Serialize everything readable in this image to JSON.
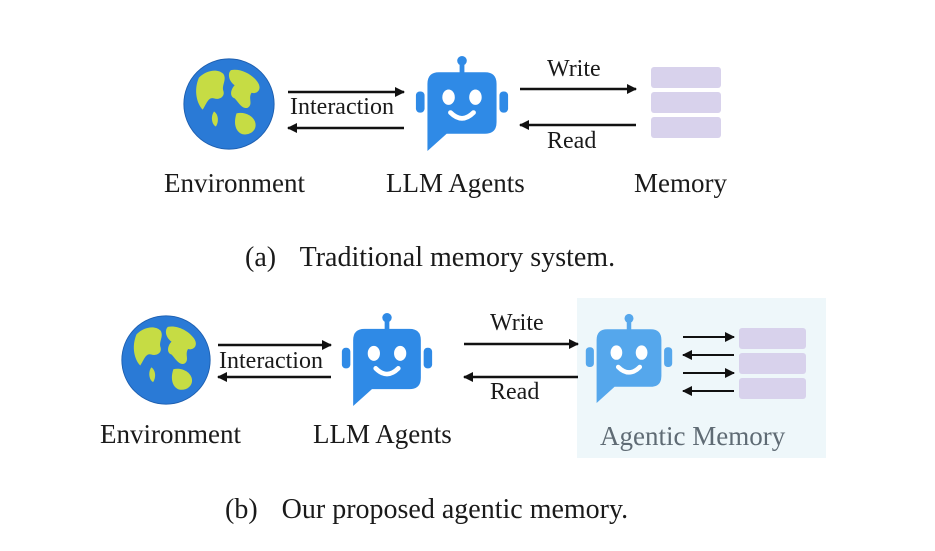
{
  "diagram_a": {
    "nodes": {
      "environment": "Environment",
      "agents": "LLM Agents",
      "memory": "Memory"
    },
    "edges": {
      "interaction": "Interaction",
      "write": "Write",
      "read": "Read"
    },
    "caption_tag": "(a)",
    "caption_text": "Traditional memory system."
  },
  "diagram_b": {
    "nodes": {
      "environment": "Environment",
      "agents": "LLM Agents",
      "memory": "Agentic Memory"
    },
    "edges": {
      "interaction": "Interaction",
      "write": "Write",
      "read": "Read"
    },
    "caption_tag": "(b)",
    "caption_text": "Our proposed agentic memory."
  },
  "colors": {
    "robot_blue": "#2f8ae6",
    "robot_light_blue": "#55a7ec",
    "memory_block": "#d8d2ec",
    "panel_bg": "#eef7fa",
    "globe_ocean": "#2a7ad6",
    "globe_land": "#c6dc44"
  },
  "icons": [
    "globe-icon",
    "robot-icon",
    "memory-stack-icon"
  ]
}
